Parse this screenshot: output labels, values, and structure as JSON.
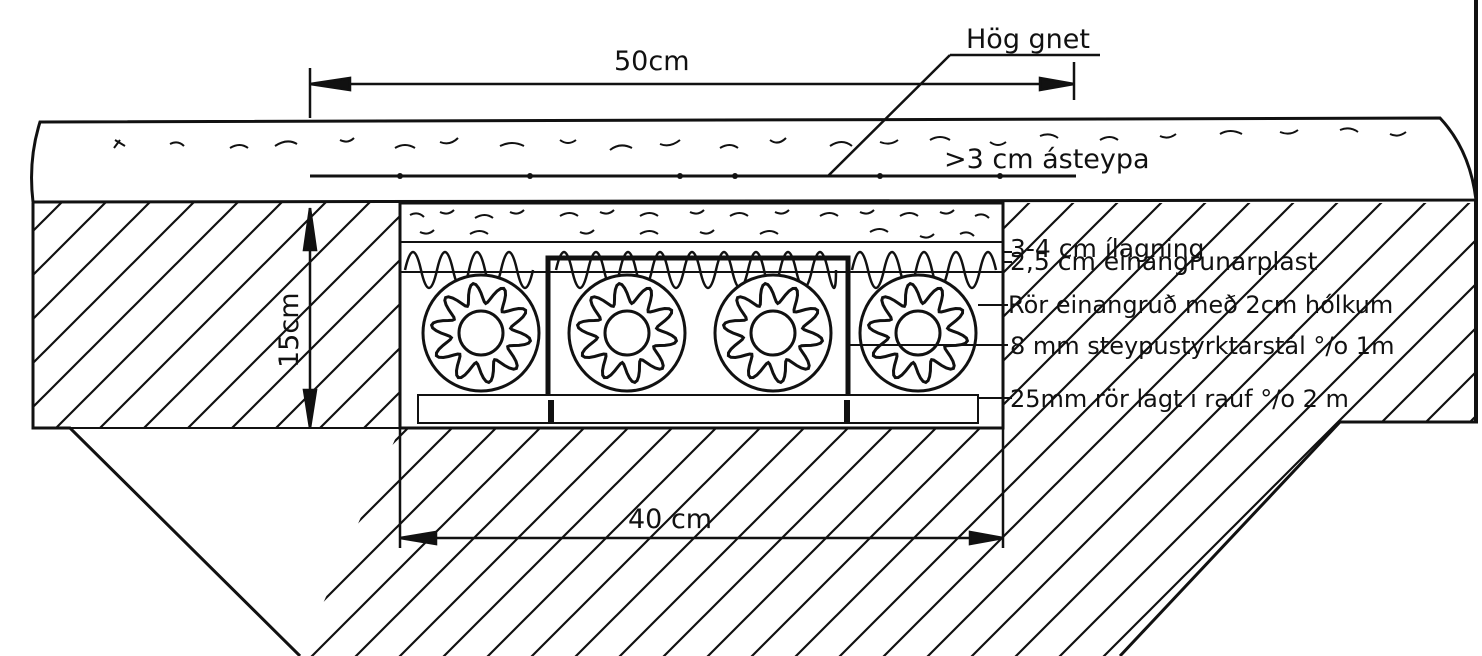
{
  "labels": {
    "width_top": "50cm",
    "mesh": "Hög gnet",
    "screed": ">3 cm ásteypa",
    "depth": "15cm",
    "layer_1": "3-4 cm ílagning",
    "layer_2": "2,5 cm einangrunarplast",
    "layer_3": "Rör einangruð með 2cm hólkum",
    "layer_4": "8 mm steypustyrktarstál °/o 1m",
    "layer_5": "25mm rör lagt í rauf °/o 2 m",
    "width_bottom": "40 cm"
  },
  "pipes": [
    {
      "id": "pipe-1"
    },
    {
      "id": "pipe-2"
    },
    {
      "id": "pipe-3"
    },
    {
      "id": "pipe-4"
    }
  ]
}
